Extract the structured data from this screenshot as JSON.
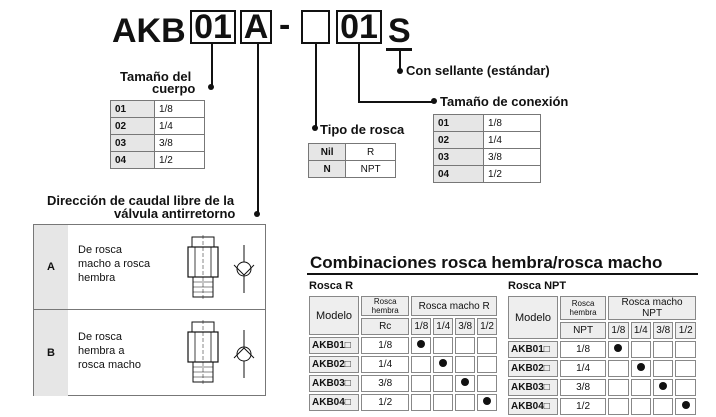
{
  "code": {
    "prefix": "AKB",
    "body_size": "01",
    "valve_dir": "A",
    "dash": "-",
    "thread": "",
    "port_size": "01",
    "sealant": "S"
  },
  "labels": {
    "sealant": "Con sellante (estándar)",
    "conn_size": "Tamaño de conexión",
    "body_size_l1": "Tamaño del",
    "body_size_l2": "cuerpo",
    "thread_type": "Tipo de rosca",
    "direction_l1": "Dirección de caudal libre de la",
    "direction_l2": "válvula antirretorno"
  },
  "body_sizes": [
    {
      "code": "01",
      "size": "1/8"
    },
    {
      "code": "02",
      "size": "1/4"
    },
    {
      "code": "03",
      "size": "3/8"
    },
    {
      "code": "04",
      "size": "1/2"
    }
  ],
  "conn_sizes": [
    {
      "code": "01",
      "size": "1/8"
    },
    {
      "code": "02",
      "size": "1/4"
    },
    {
      "code": "03",
      "size": "3/8"
    },
    {
      "code": "04",
      "size": "1/2"
    }
  ],
  "threads": [
    {
      "code": "Nil",
      "type": "R"
    },
    {
      "code": "N",
      "type": "NPT"
    }
  ],
  "directions": [
    {
      "key": "A",
      "l1": "De rosca",
      "l2": "macho a rosca",
      "l3": "hembra"
    },
    {
      "key": "B",
      "l1": "De rosca",
      "l2": "hembra a",
      "l3": "rosca macho"
    }
  ],
  "combinations": {
    "title": "Combinaciones rosca hembra/rosca macho",
    "tables": [
      {
        "name": "Rosca R",
        "model_header": "Modelo",
        "female_header_l1": "Rosca hembra",
        "female_header_l2": "Rc",
        "male_header": "Rosca macho R",
        "male_sizes": [
          "1/8",
          "1/4",
          "3/8",
          "1/2"
        ],
        "rows": [
          {
            "model": "AKB01□",
            "female": "1/8",
            "dot": 0
          },
          {
            "model": "AKB02□",
            "female": "1/4",
            "dot": 1
          },
          {
            "model": "AKB03□",
            "female": "3/8",
            "dot": 2
          },
          {
            "model": "AKB04□",
            "female": "1/2",
            "dot": 3
          }
        ]
      },
      {
        "name": "Rosca NPT",
        "model_header": "Modelo",
        "female_header_l1": "Rosca hembra",
        "female_header_l2": "NPT",
        "male_header": "Rosca macho NPT",
        "male_sizes": [
          "1/8",
          "1/4",
          "3/8",
          "1/2"
        ],
        "rows": [
          {
            "model": "AKB01□",
            "female": "1/8",
            "dot": 0
          },
          {
            "model": "AKB02□",
            "female": "1/4",
            "dot": 1
          },
          {
            "model": "AKB03□",
            "female": "3/8",
            "dot": 2
          },
          {
            "model": "AKB04□",
            "female": "1/2",
            "dot": 3
          }
        ]
      }
    ]
  }
}
